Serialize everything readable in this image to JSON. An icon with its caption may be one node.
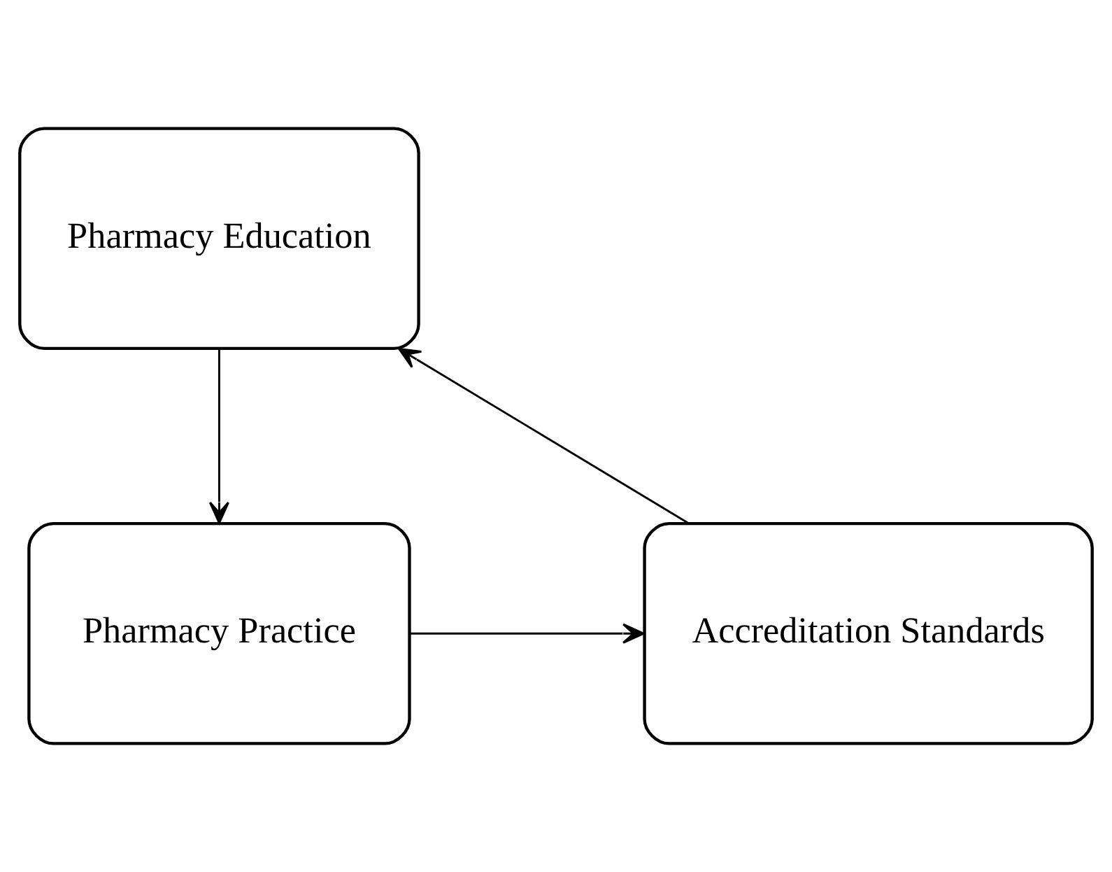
{
  "diagram": {
    "nodes": [
      {
        "text": [
          "Pharmacy Education"
        ]
      },
      {
        "text": [
          "Accreditation Standards"
        ]
      },
      {
        "text": [
          "Pharmacy Practice"
        ]
      }
    ],
    "edges": [
      {
        "from": 0,
        "to": 2,
        "arrow": "to"
      },
      {
        "from": 2,
        "to": 1,
        "arrow": "to"
      },
      {
        "from": 1,
        "to": 0,
        "arrow": "to"
      }
    ]
  }
}
